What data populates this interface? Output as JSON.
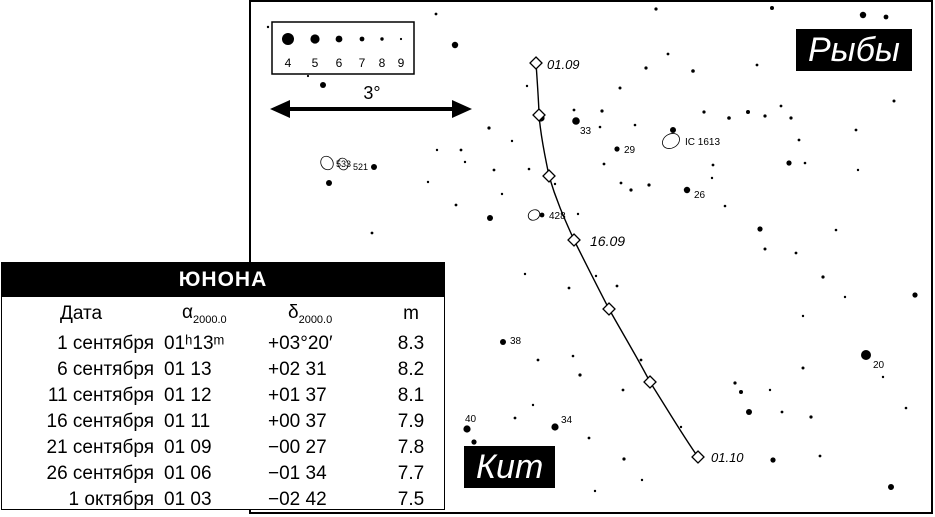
{
  "legend": {
    "magnitudes": [
      "4",
      "5",
      "6",
      "7",
      "8",
      "9"
    ],
    "scale_label": "3°"
  },
  "constellations": {
    "pisces": "Рыбы",
    "cetus": "Кит"
  },
  "track": {
    "points": [
      {
        "date": "01.09",
        "labeled": true
      },
      {
        "date": "",
        "labeled": false
      },
      {
        "date": "",
        "labeled": false
      },
      {
        "date": "16.09",
        "labeled": true
      },
      {
        "date": "",
        "labeled": false
      },
      {
        "date": "",
        "labeled": false
      },
      {
        "date": "01.10",
        "labeled": true
      }
    ]
  },
  "stars_labels": {
    "s33": "33",
    "s29": "29",
    "s26": "26",
    "s38": "38",
    "s20": "20",
    "s40": "40",
    "s34": "34"
  },
  "galaxies": {
    "ic1613": "IC 1613",
    "ngc428": "428",
    "ngc533": "533",
    "ngc521": "521"
  },
  "ephemeris": {
    "title": "ЮНОНА",
    "headers": {
      "date": "Дата",
      "ra_symbol": "α",
      "ra_epoch": "2000.0",
      "dec_symbol": "δ",
      "dec_epoch": "2000.0",
      "mag": "m"
    },
    "rows": [
      {
        "date": "1 сентября",
        "ra": "01ʰ13ᵐ",
        "dec": "+03°20′",
        "mag": "8.3"
      },
      {
        "date": "6 сентября",
        "ra": "01 13",
        "dec": "+02 31",
        "mag": "8.2"
      },
      {
        "date": "11 сентября",
        "ra": "01 12",
        "dec": "+01 37",
        "mag": "8.1"
      },
      {
        "date": "16 сентября",
        "ra": "01 11",
        "dec": "+00 37",
        "mag": "7.9"
      },
      {
        "date": "21 сентября",
        "ra": "01 09",
        "dec": "−00 27",
        "mag": "7.8"
      },
      {
        "date": "26 сентября",
        "ra": "01 06",
        "dec": "−01 34",
        "mag": "7.7"
      },
      {
        "date": "1 октября",
        "ra": "01 03",
        "dec": "−02 42",
        "mag": "7.5"
      }
    ]
  }
}
